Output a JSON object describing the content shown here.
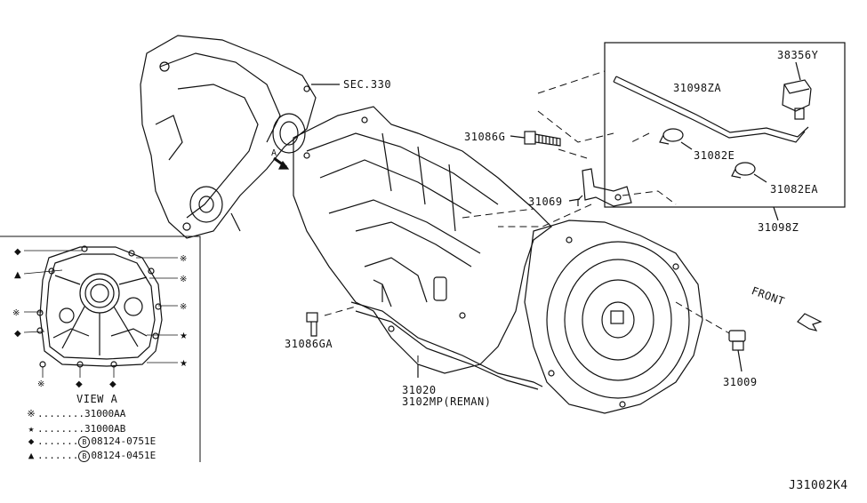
{
  "parts": {
    "sec330": "SEC.330",
    "p38356y": "38356Y",
    "p31098za": "31098ZA",
    "p31086g": "31086G",
    "p31082e": "31082E",
    "p31069": "31069",
    "p31082ea": "31082EA",
    "p31098z": "31098Z",
    "p31086ga": "31086GA",
    "p31020": "31020",
    "p3102mp": "3102MP(REMAN)",
    "p31009": "31009"
  },
  "markers": {
    "view_arrow": "A",
    "front": "FRONT"
  },
  "view": {
    "title": "VIEW A"
  },
  "legend": [
    {
      "symbol": "※",
      "text": "31000AA",
      "prefix": ""
    },
    {
      "symbol": "★",
      "text": "31000AB",
      "prefix": ""
    },
    {
      "symbol": "◆",
      "text": "08124-0751E",
      "prefix": "B"
    },
    {
      "symbol": "▲",
      "text": "08124-0451E",
      "prefix": "B"
    }
  ],
  "diagram_id": "J31002K4"
}
